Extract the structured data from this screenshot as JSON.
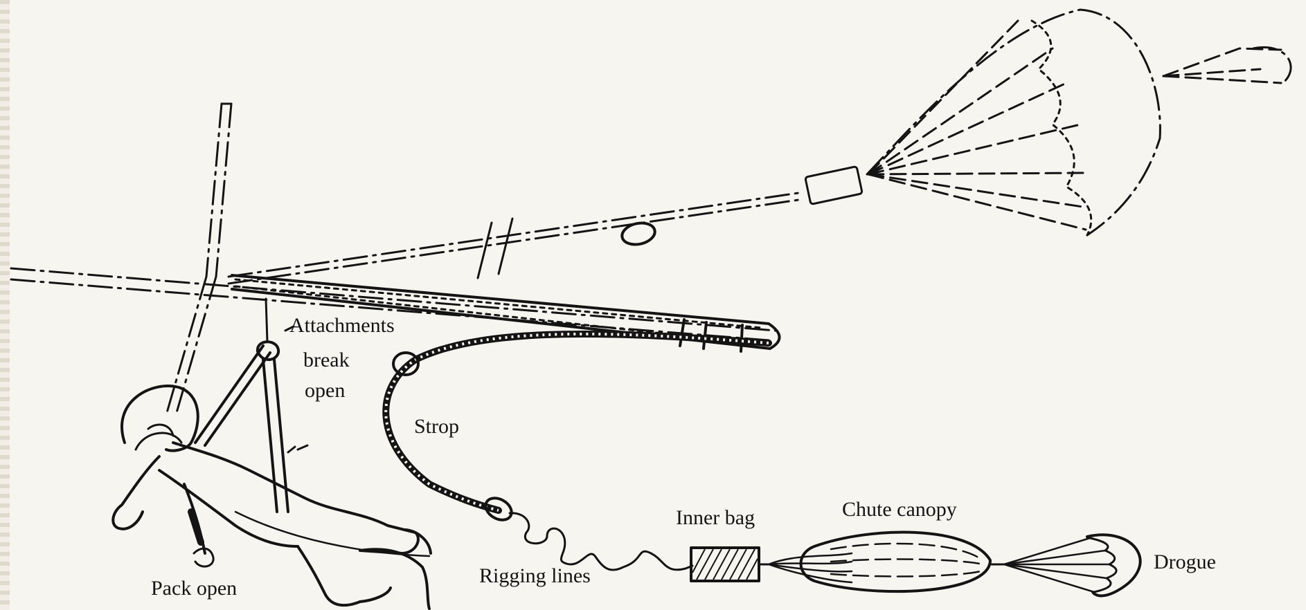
{
  "labels": {
    "attachments": "Attachments",
    "break": "break",
    "open": "open",
    "strop": "Strop",
    "pack_open": "Pack open",
    "rigging_lines": "Rigging lines",
    "inner_bag": "Inner bag",
    "chute_canopy": "Chute canopy",
    "drogue": "Drogue"
  }
}
